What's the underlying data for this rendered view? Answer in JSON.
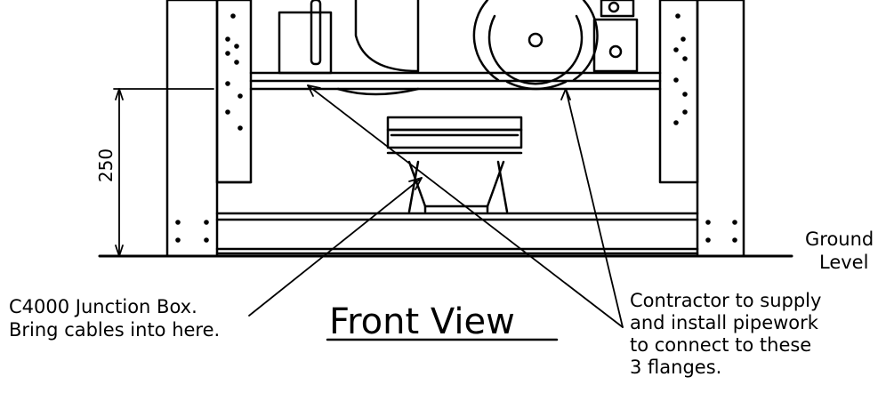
{
  "dimension": {
    "value": "250"
  },
  "labels": {
    "ground": [
      "Ground",
      "Level"
    ],
    "junction_box": [
      "C4000 Junction Box.",
      "Bring cables into here."
    ],
    "contractor": [
      "Contractor to supply",
      "and install pipework",
      "to connect to these",
      "3 flanges."
    ]
  },
  "title": "Front View"
}
